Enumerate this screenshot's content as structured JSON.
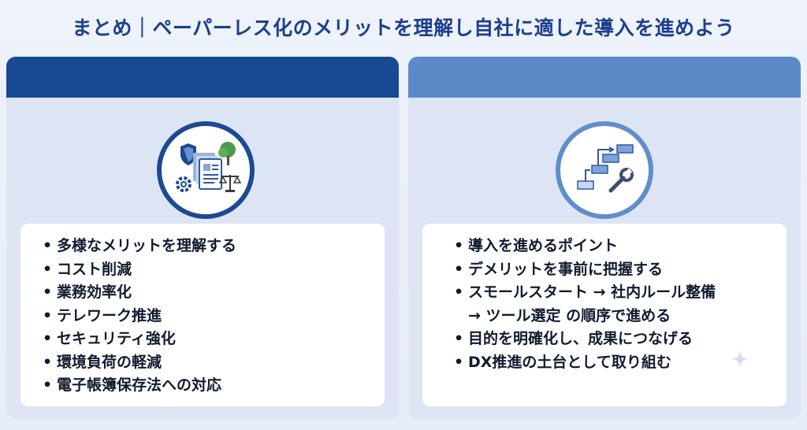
{
  "page": {
    "title": "まとめ｜ペーパーレス化のメリットを理解し自社に適した導入を進めよう"
  },
  "left_panel": {
    "icon": "documents-security-scale-gear-tree-icon",
    "colors": {
      "header": "#174a93",
      "ring": "#1c4a92"
    },
    "items": [
      "多様なメリットを理解する",
      "コスト削減",
      "業務効率化",
      "テレワーク推進",
      "セキュリティ強化",
      "環境負荷の軽減",
      "電子帳簿保存法への対応"
    ]
  },
  "right_panel": {
    "icon": "flow-steps-wrench-icon",
    "colors": {
      "header": "#5b8ac9",
      "ring": "#5f8ecb"
    },
    "items": [
      {
        "text": "導入を進めるポイント"
      },
      {
        "text": "デメリットを事前に把握する"
      },
      {
        "text": "スモールスタート → 社内ルール整備",
        "cont": "→ ツール選定 の順序で進める"
      },
      {
        "text": "目的を明確化し、成果につなげる"
      },
      {
        "text": "DX推進の土台として取り組む"
      }
    ]
  },
  "bullet": "•"
}
